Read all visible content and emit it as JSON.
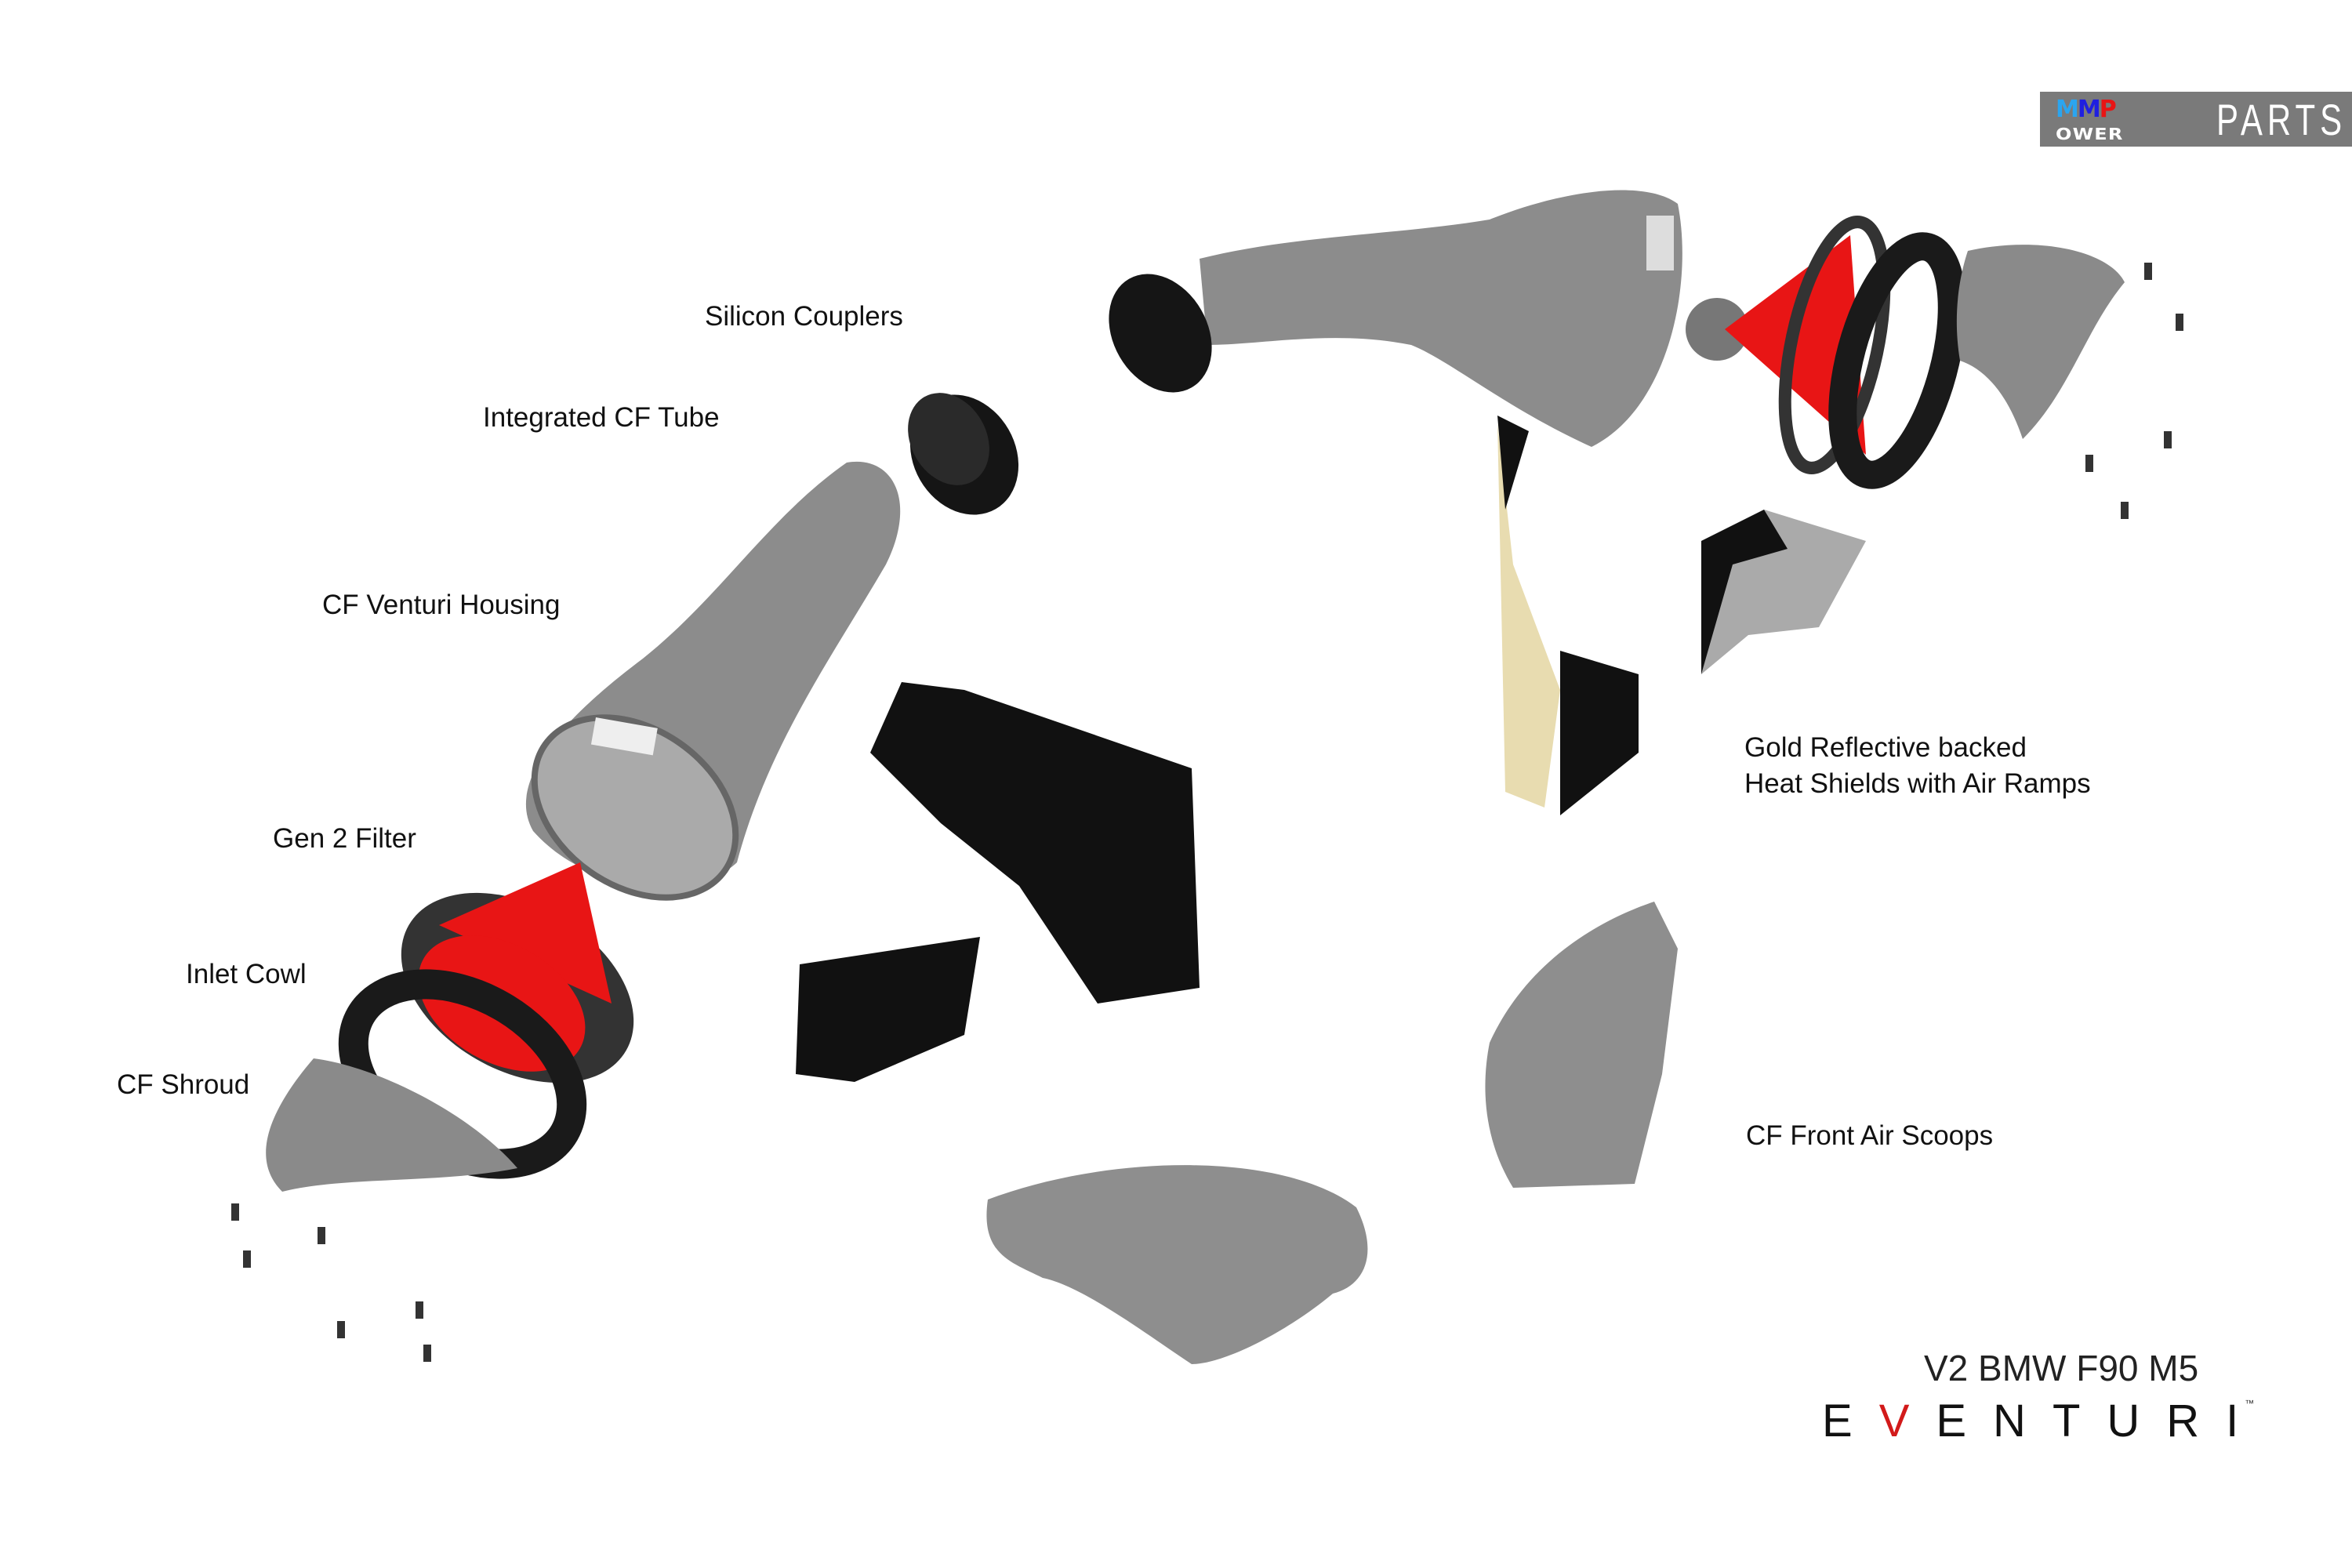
{
  "logo": {
    "brand_top": [
      "M",
      "M",
      "P"
    ],
    "brand_bottom": "OWER",
    "suffix": "PARTS"
  },
  "labels": {
    "silicon_couplers": "Silicon Couplers",
    "integrated_cf_tube": "Integrated CF Tube",
    "cf_venturi_housing": "CF Venturi Housing",
    "gen2_filter": "Gen 2 Filter",
    "inlet_cowl": "Inlet Cowl",
    "cf_shroud": "CF Shroud",
    "heat_shields_line1": "Gold Reflective backed",
    "heat_shields_line2": "Heat Shields with Air Ramps",
    "cf_front_air_scoops": "CF Front Air Scoops"
  },
  "footer": {
    "model": "V2 BMW F90 M5",
    "brand_e": "E",
    "brand_v": "V",
    "brand_rest": "ENTURI",
    "trademark": "™"
  },
  "colors": {
    "filter_red": "#e81515",
    "carbon_grey": "#8a8a8a",
    "black": "#111111",
    "gold": "#e8dcb0"
  }
}
